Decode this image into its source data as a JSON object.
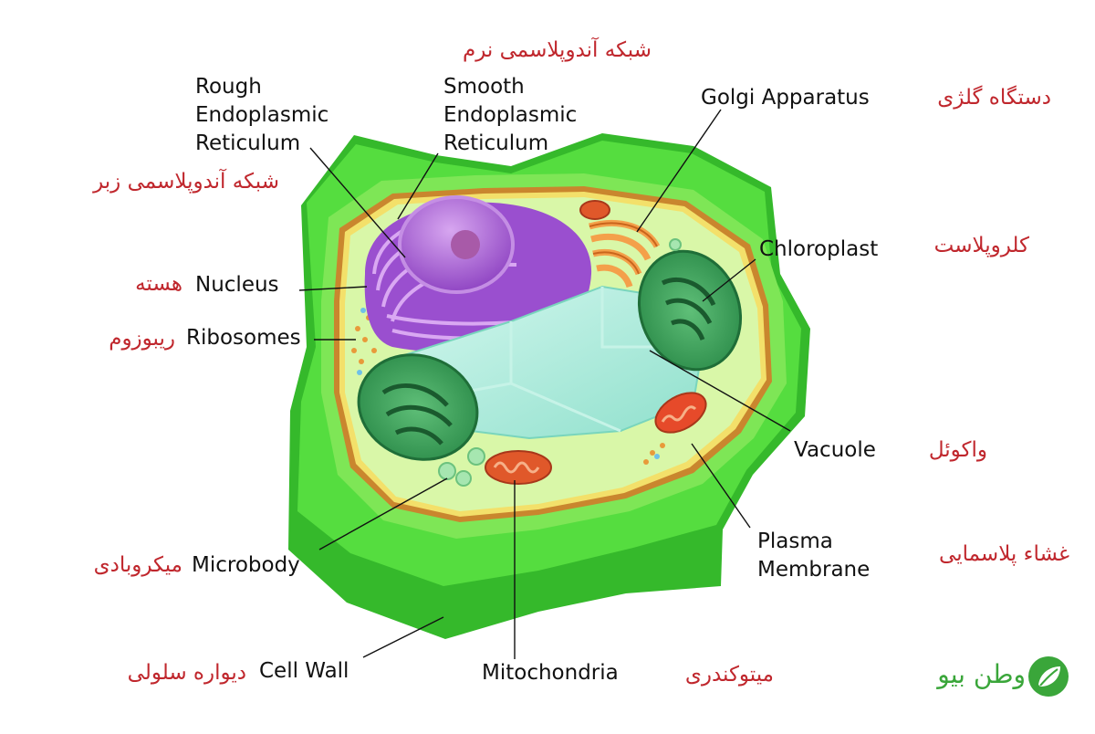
{
  "labels": {
    "rough_er": "Rough\nEndoplasmic\nReticulum",
    "smooth_er": "Smooth\nEndoplasmic\nReticulum",
    "golgi": "Golgi Apparatus",
    "chloroplast": "Chloroplast",
    "nucleus": "Nucleus",
    "ribosomes": "Ribosomes",
    "vacuole": "Vacuole",
    "microbody": "Microbody",
    "plasma_membrane": "Plasma\nMembrane",
    "cell_wall": "Cell Wall",
    "mitochondria": "Mitochondria"
  },
  "labels_fa": {
    "smooth_er": "شبکه آندوپلاسمی نرم",
    "rough_er": "شبکه آندوپلاسمی زبر",
    "golgi": "دستگاه گلژی",
    "chloroplast": "کلروپلاست",
    "nucleus": "هسته",
    "ribosomes": "ریبوزوم",
    "vacuole": "واکوئل",
    "membrane": "غشاء پلاسمایی",
    "microbody": "میکروبادی",
    "cell_wall": "دیواره سلولی",
    "mitochondria": "میتوکندری"
  },
  "logo": {
    "text": "وطن بیو",
    "icon": "leaf-icon",
    "color": "#3aa63a"
  },
  "colors": {
    "label_fa": "#c0272d",
    "label_en": "#111111",
    "cell_wall": "#4cd43a",
    "cytoplasm": "#d9f7a8",
    "nucleus": "#a45ad0",
    "vacuole": "#a8ecd8",
    "chloroplast": "#3aa05a",
    "mitochondria": "#e8652a",
    "golgi": "#f08a2c"
  }
}
